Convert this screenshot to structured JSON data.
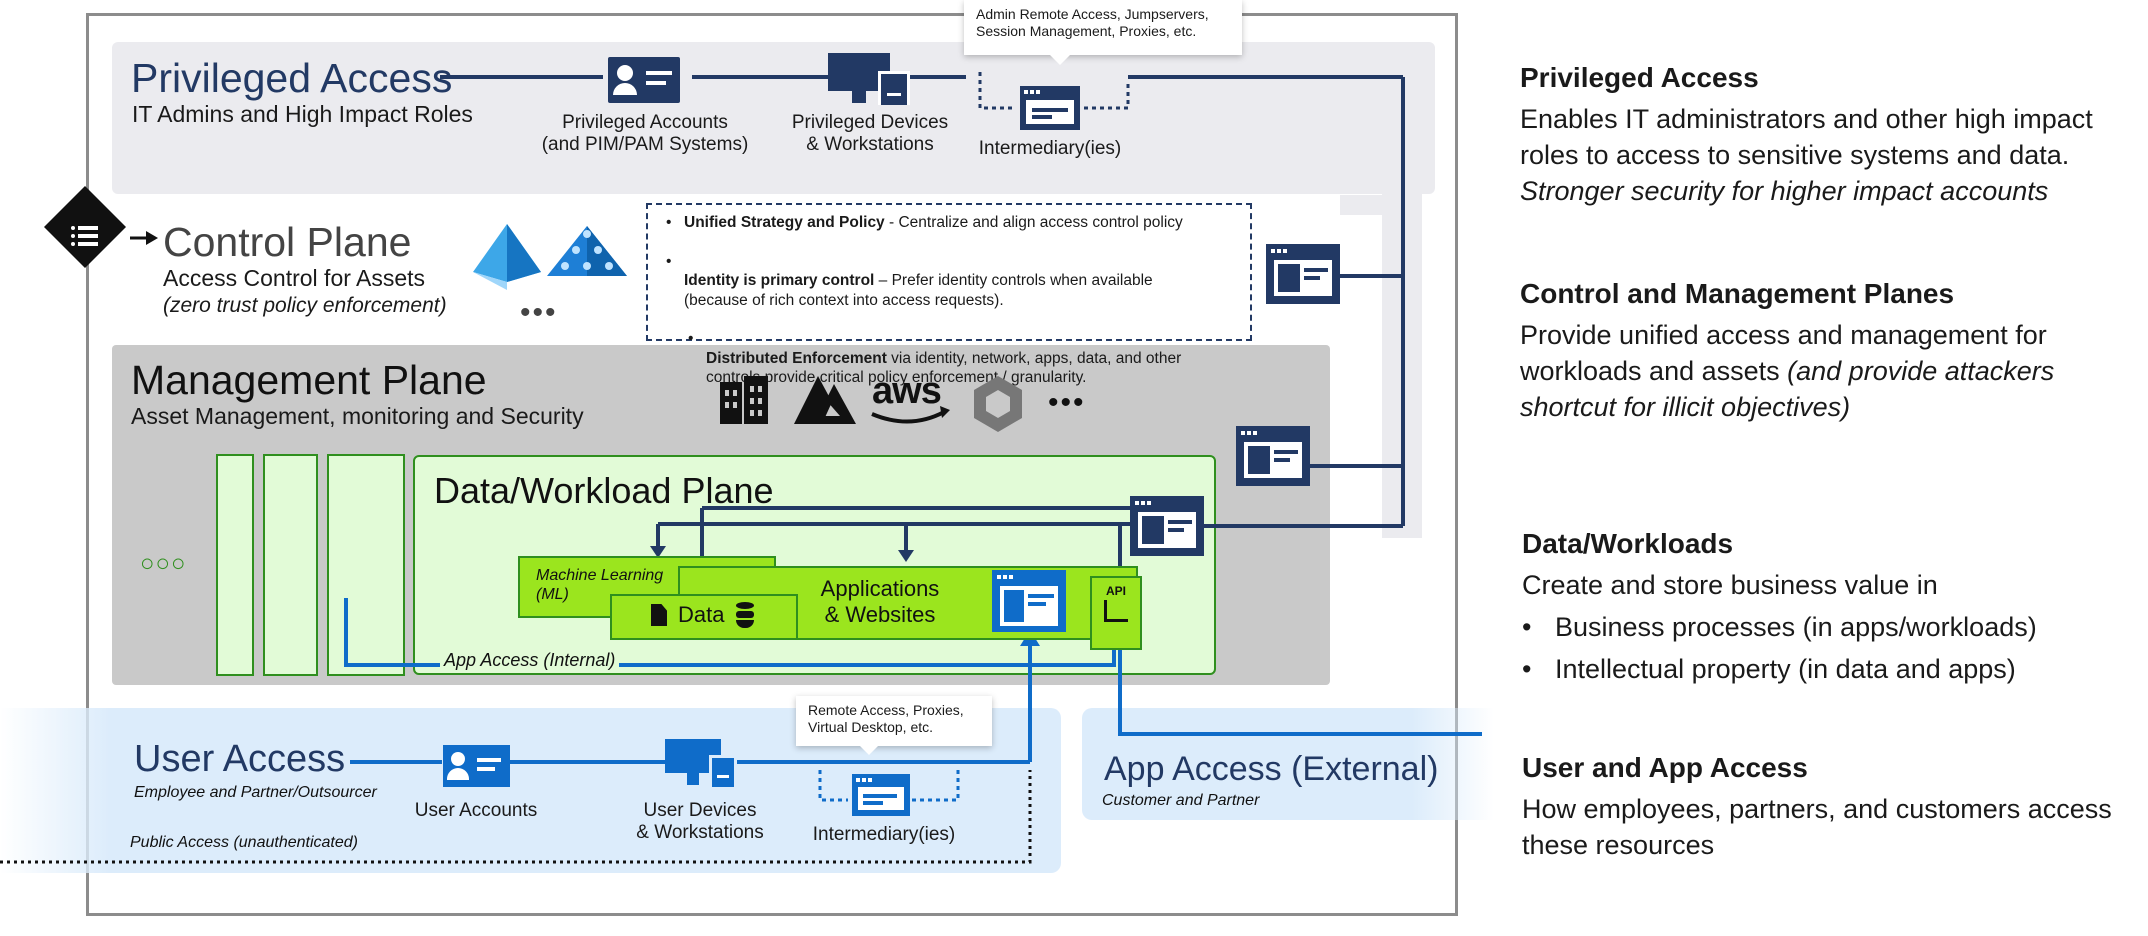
{
  "privileged": {
    "title": "Privileged Access",
    "subtitle": "IT Admins and High Impact Roles",
    "accounts_label": "Privileged Accounts\n(and PIM/PAM Systems)",
    "devices_label": "Privileged Devices\n& Workstations",
    "intermediary_label": "Intermediary(ies)",
    "callout": "Admin Remote Access, Jumpservers,\nSession Management, Proxies, etc."
  },
  "control": {
    "title": "Control Plane",
    "subtitle": "Access Control for Assets",
    "subtitle_italic": "(zero trust policy enforcement)",
    "bullets": [
      {
        "bold": "Unified Strategy and Policy",
        "text": " - Centralize and align access control policy"
      },
      {
        "bold": "Identity is primary control",
        "text": " – Prefer identity controls when available\n(because of rich context into access requests)."
      },
      {
        "bold": "Distributed Enforcement",
        "text": " via identity, network, apps, data, and other\ncontrols provide critical policy enforcement / granularity."
      }
    ],
    "ellipsis": "•••"
  },
  "management": {
    "title": "Management Plane",
    "subtitle": "Asset Management, monitoring and Security",
    "aws_label": "aws",
    "ellipsis": "•••"
  },
  "workload": {
    "title": "Data/Workload Plane",
    "ml_label": "Machine Learning\n(ML)",
    "data_label": "Data",
    "apps_label": "Applications\n& Websites",
    "api_label": "API",
    "app_access_internal": "App Access (Internal)",
    "circles": "○○○"
  },
  "user": {
    "title": "User Access",
    "subtitle": "Employee and Partner/Outsourcer",
    "accounts_label": "User Accounts",
    "devices_label": "User Devices\n& Workstations",
    "intermediary_label": "Intermediary(ies)",
    "public_access": "Public Access (unauthenticated)",
    "callout": "Remote Access, Proxies,\nVirtual Desktop, etc."
  },
  "app_external": {
    "title": "App Access (External)",
    "subtitle": "Customer and Partner"
  },
  "right_panel": {
    "s1_title": "Privileged Access",
    "s1_body": "Enables IT administrators and other high impact roles to access to sensitive systems and data.",
    "s1_italic": "Stronger security for higher impact accounts",
    "s2_title": "Control and Management Planes",
    "s2_body": "Provide unified access and management for workloads and assets ",
    "s2_italic": "(and provide attackers shortcut for illicit objectives)",
    "s3_title": "Data/Workloads",
    "s3_body": "Create and store business value in",
    "s3_bullets": [
      "Business processes (in apps/workloads)",
      "Intellectual property (in data and apps)"
    ],
    "s4_title": "User and App Access",
    "s4_body": "How employees, partners, and customers access these resources"
  },
  "colors": {
    "navy": "#223964",
    "blue": "#0f6cc9",
    "green_fill": "#e2fbd7",
    "lime": "#9be51e",
    "green_border": "#2f8f1e",
    "gray_band": "#ebebef",
    "mgmt_gray": "#c9c9c9",
    "user_band": "#dcecfb"
  }
}
